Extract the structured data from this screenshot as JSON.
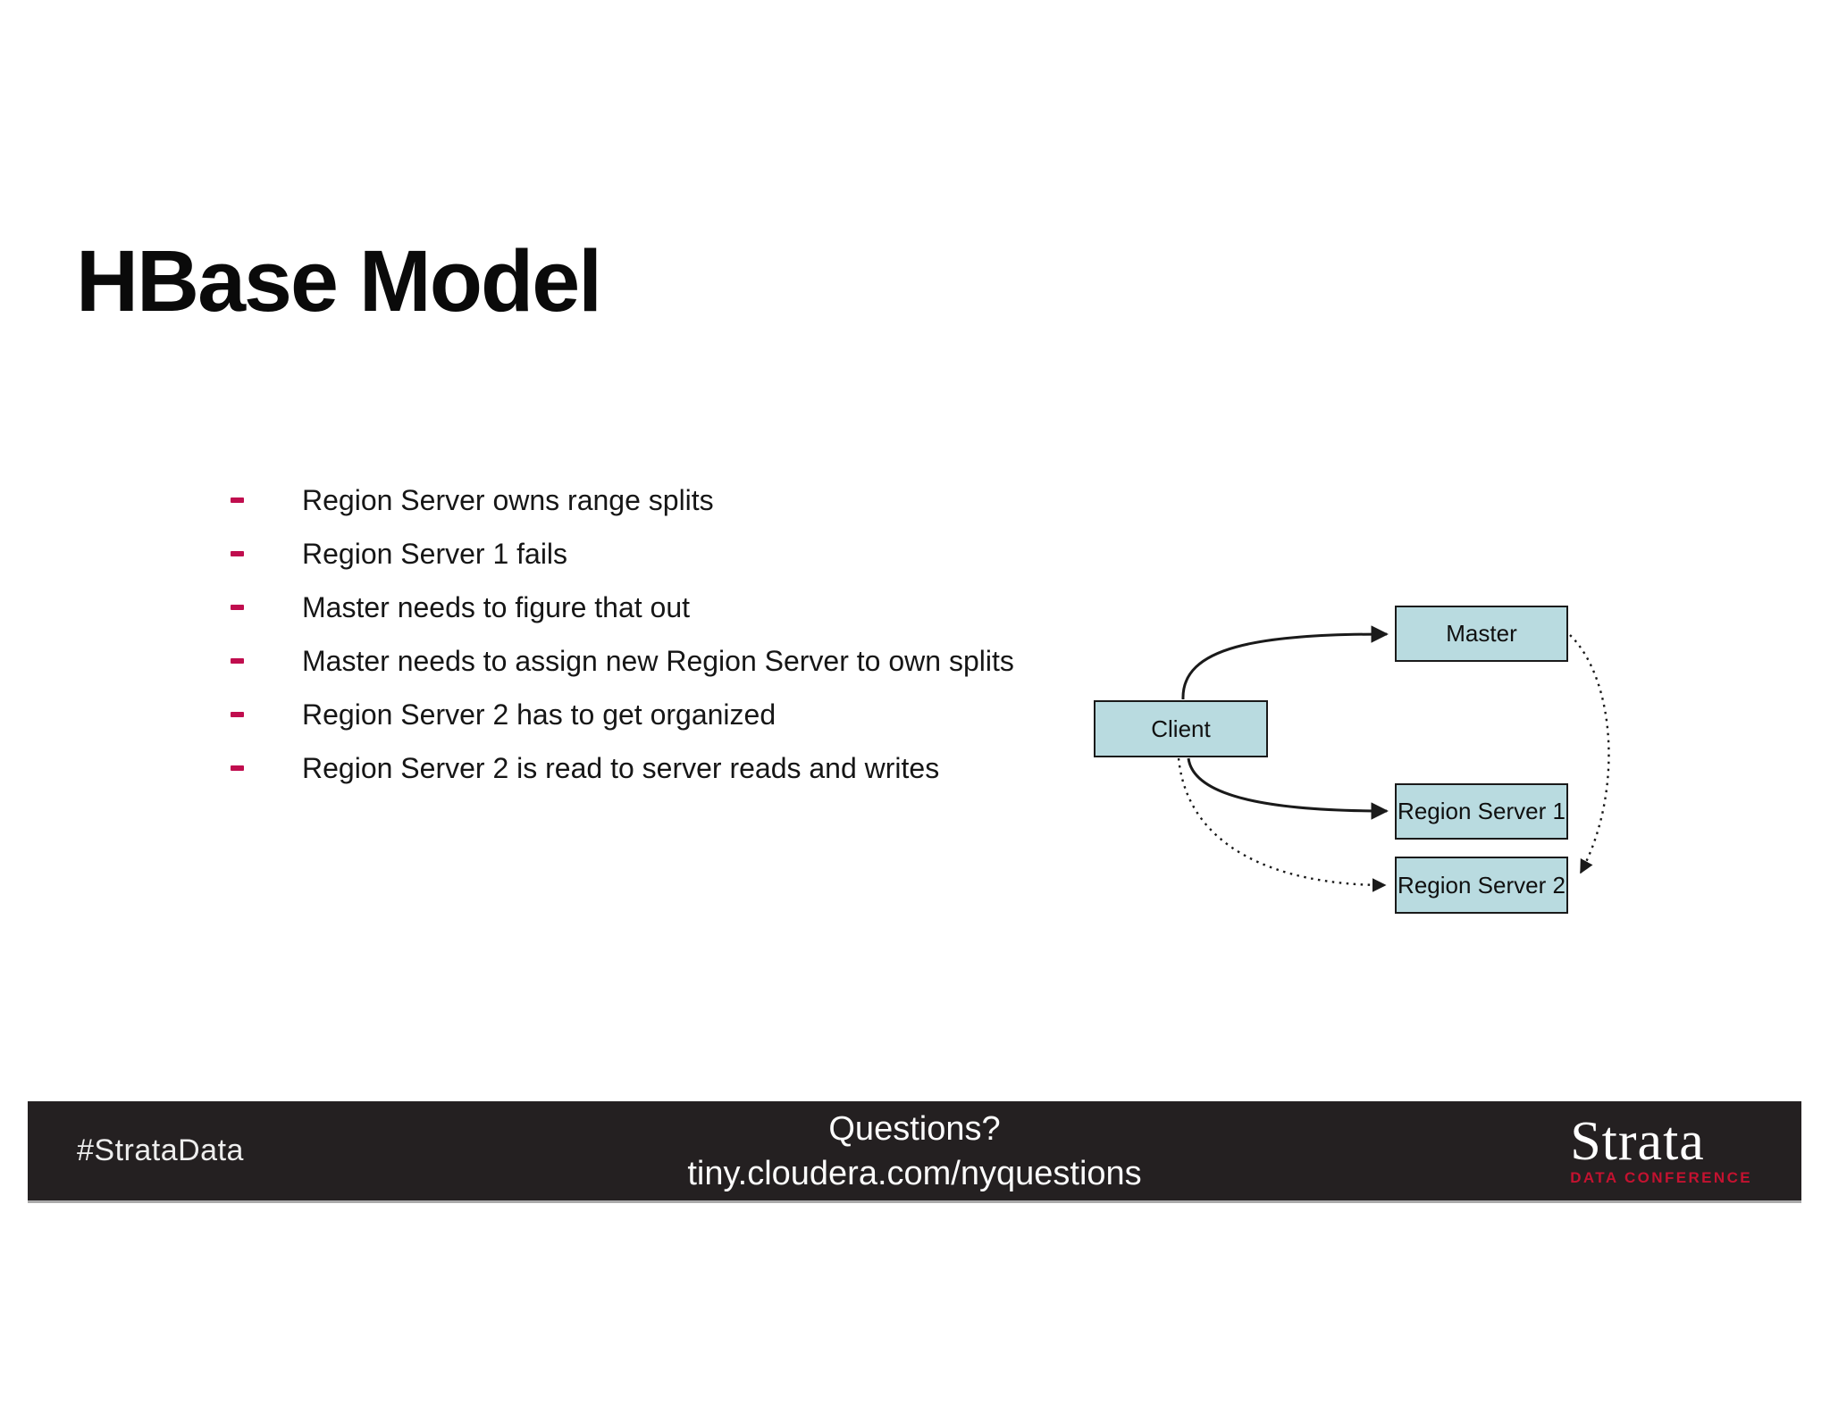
{
  "slide": {
    "title": "HBase Model"
  },
  "bullets": [
    "Region Server owns range splits",
    "Region Server 1 fails",
    "Master needs to figure that out",
    "Master needs to assign new Region Server to own splits",
    "Region Server 2 has to get organized",
    "Region Server 2 is read to server reads and writes"
  ],
  "diagram": {
    "nodes": [
      {
        "id": "client",
        "label": "Client"
      },
      {
        "id": "master",
        "label": "Master"
      },
      {
        "id": "rs1",
        "label": "Region Server 1"
      },
      {
        "id": "rs2",
        "label": "Region Server 2"
      }
    ],
    "edges": [
      {
        "from": "client",
        "to": "master",
        "style": "solid"
      },
      {
        "from": "client",
        "to": "rs1",
        "style": "solid"
      },
      {
        "from": "client",
        "to": "rs2",
        "style": "dotted"
      },
      {
        "from": "master",
        "to": "rs2",
        "style": "dotted"
      }
    ]
  },
  "footer": {
    "hashtag": "#StrataData",
    "question_line1": "Questions?",
    "question_line2": "tiny.cloudera.com/nyquestions",
    "logo_title": "Strata",
    "logo_subtitle": "DATA CONFERENCE"
  },
  "colors": {
    "bullet_dash": "#c00d4e",
    "node_fill": "#b9dbe0",
    "node_border": "#1a1a1a",
    "footer_bg": "#242021",
    "logo_red": "#c41230"
  }
}
